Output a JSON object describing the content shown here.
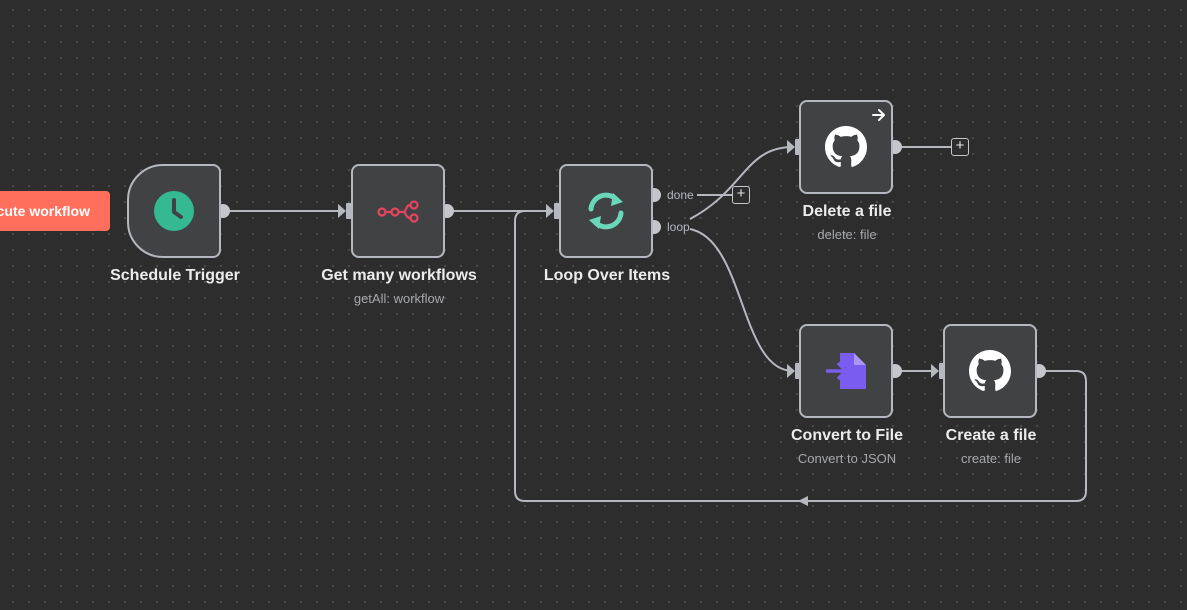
{
  "toolbar": {
    "execute_label": "Execute workflow"
  },
  "nodes": {
    "schedule_trigger": {
      "title": "Schedule Trigger",
      "subtitle": "",
      "icon": "clock-icon",
      "color": "#35b991"
    },
    "get_many_workflows": {
      "title": "Get many workflows",
      "subtitle": "getAll: workflow",
      "icon": "n8n-icon",
      "color": "#e9445f"
    },
    "loop_over_items": {
      "title": "Loop Over Items",
      "subtitle": "",
      "icon": "loop-icon",
      "color": "#6ad7b9",
      "outputs": {
        "done": "done",
        "loop": "loop"
      }
    },
    "delete_a_file": {
      "title": "Delete a file",
      "subtitle": "delete: file",
      "icon": "github-icon",
      "color": "#ffffff"
    },
    "convert_to_file": {
      "title": "Convert to File",
      "subtitle": "Convert to JSON",
      "icon": "convert-file-icon",
      "color": "#7a5cf0"
    },
    "create_a_file": {
      "title": "Create a file",
      "subtitle": "create: file",
      "icon": "github-icon",
      "color": "#ffffff"
    }
  },
  "add_button_symbol": "+"
}
